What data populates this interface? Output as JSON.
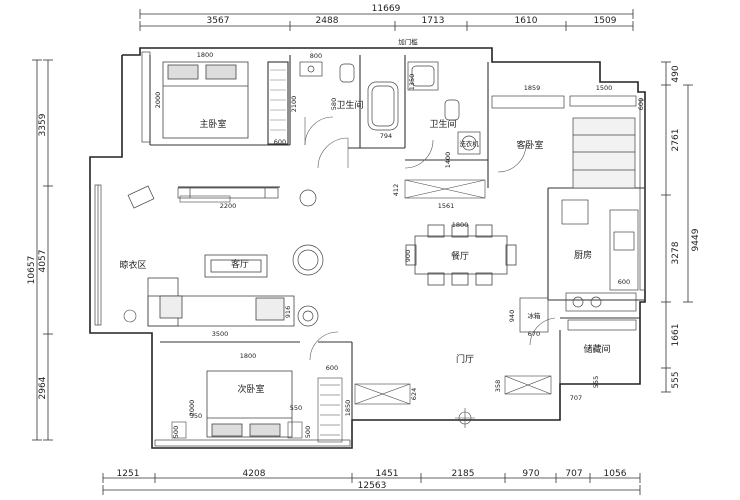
{
  "dimensions": {
    "top_total": "11669",
    "top": [
      "3567",
      "2488",
      "1713",
      "1610",
      "1509"
    ],
    "bottom_total": "12563",
    "bottom": [
      "1251",
      "4208",
      "1451",
      "2185",
      "970",
      "707",
      "1056"
    ],
    "left_total": "10657",
    "left": [
      "3359",
      "4057",
      "2964"
    ],
    "right_total": "9449",
    "right": [
      "490",
      "2761",
      "3278",
      "1661",
      "555"
    ]
  },
  "rooms": {
    "master_bedroom": "主卧室",
    "bathroom1": "卫生间",
    "bathroom2": "卫生间",
    "guest_bedroom": "客卧室",
    "dressing_area": "晾衣区",
    "living_room": "客厅",
    "dining_room": "餐厅",
    "kitchen": "厨房",
    "second_bedroom": "次卧室",
    "entrance": "门厅",
    "storage": "储藏间"
  },
  "labels": {
    "master_bed_w": "1800",
    "master_bed_h": "2000",
    "bath1_w": "800",
    "bath1_580": "580",
    "bath1_2100": "2100",
    "bath1_794": "794",
    "wardrobe_600": "600",
    "bath2_1350": "1350",
    "bath2_1400": "1400",
    "washer": "洗衣机",
    "guest_1859": "1859",
    "guest_1500": "1500",
    "guest_600": "600",
    "cabinet_412": "412",
    "cabinet_1561": "1561",
    "living_2200": "2200",
    "sofa_3500": "3500",
    "sofa_916": "916",
    "dining_1800": "1800",
    "dining_900": "900",
    "kitchen_600": "600",
    "fridge": "冰箱",
    "fridge_940": "940",
    "fridge_670": "670",
    "second_bed_w": "1800",
    "second_bed_h": "2000",
    "second_550a": "550",
    "second_550b": "550",
    "second_600": "600",
    "second_1850": "1850",
    "second_500a": "500",
    "second_500b": "500",
    "entry_624": "624",
    "entry_358": "358",
    "storage_555": "555",
    "storage_707": "707",
    "top_note": "加门槛"
  }
}
